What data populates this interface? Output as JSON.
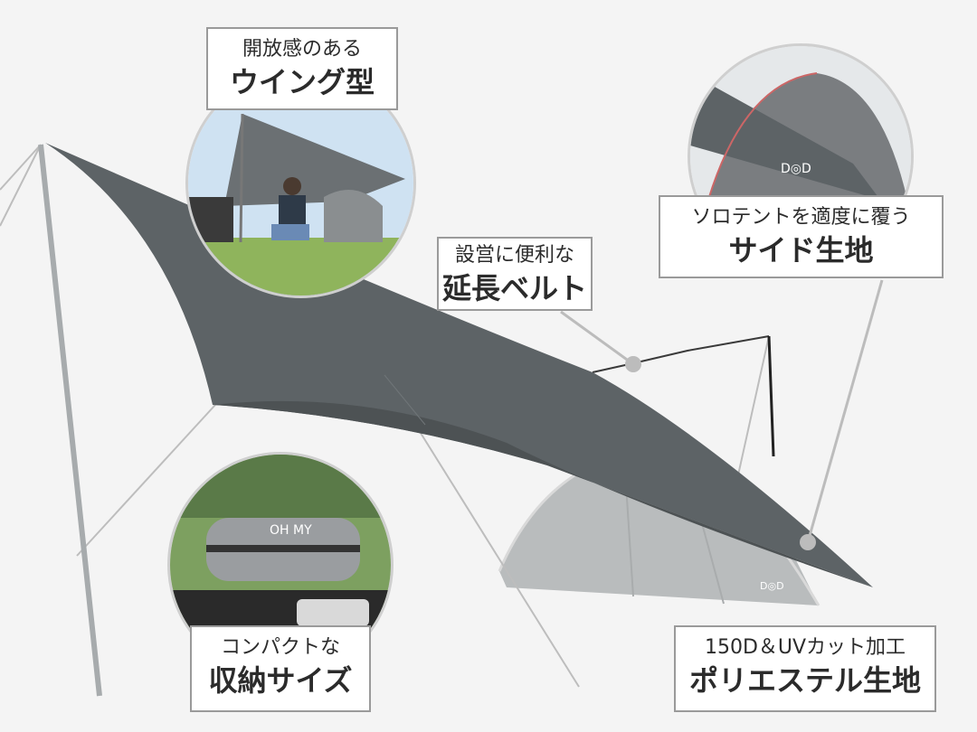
{
  "callouts": {
    "wing": {
      "sub": "開放感のある",
      "main": "ウイング型"
    },
    "belt": {
      "sub": "設営に便利な",
      "main": "延長ベルト"
    },
    "side": {
      "sub": "ソロテントを適度に覆う",
      "main": "サイド生地"
    },
    "compact": {
      "sub": "コンパクトな",
      "main": "収納サイズ"
    },
    "fabric": {
      "sub": "150D＆UVカット加工",
      "main": "ポリエステル生地"
    }
  },
  "bag_print": "OH MY",
  "logo": "D◎D",
  "colors": {
    "tarp": "#5d6366",
    "tarp_shade": "#4d5254",
    "tent": "#b9bcbd",
    "pole": "#a7abad",
    "callout_border": "#9a9a9a",
    "background": "#f4f4f4"
  }
}
